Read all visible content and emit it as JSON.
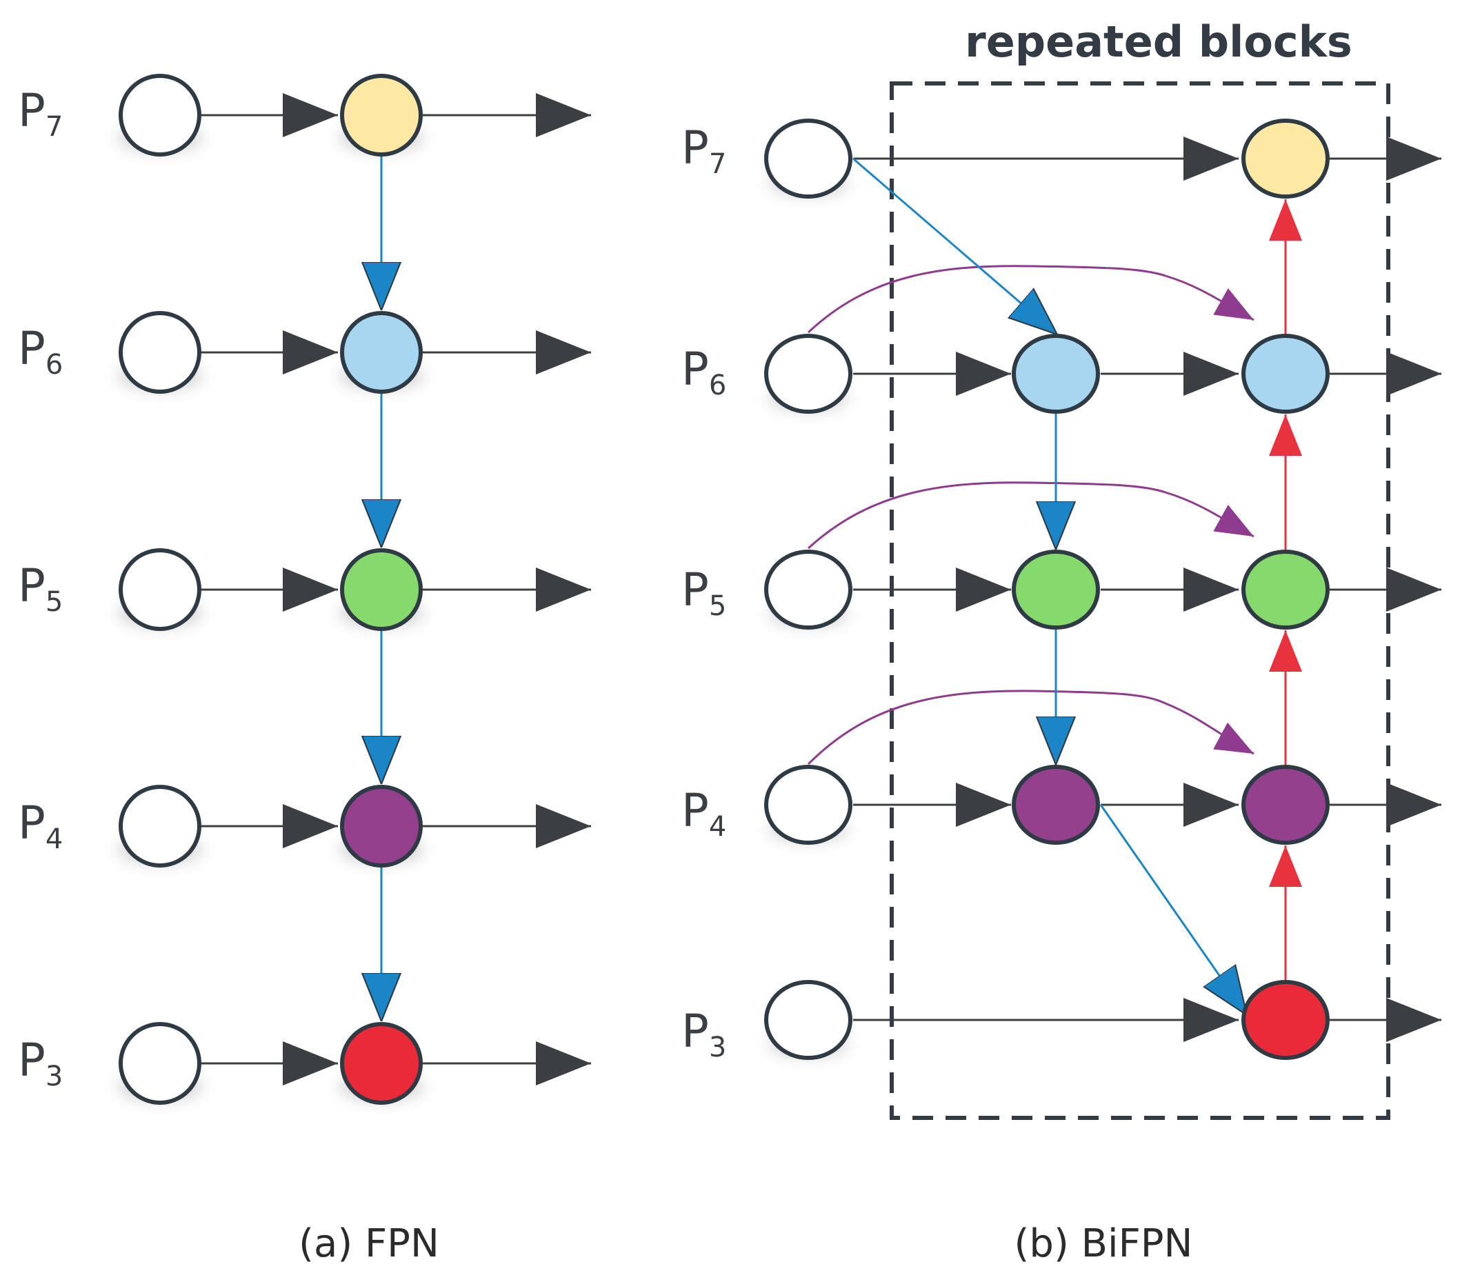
{
  "fpn": {
    "levels": [
      {
        "name": "P",
        "sub": "7"
      },
      {
        "name": "P",
        "sub": "6"
      },
      {
        "name": "P",
        "sub": "5"
      },
      {
        "name": "P",
        "sub": "4"
      },
      {
        "name": "P",
        "sub": "3"
      }
    ],
    "caption": "(a) FPN"
  },
  "bifpn": {
    "levels": [
      {
        "name": "P",
        "sub": "7"
      },
      {
        "name": "P",
        "sub": "6"
      },
      {
        "name": "P",
        "sub": "5"
      },
      {
        "name": "P",
        "sub": "4"
      },
      {
        "name": "P",
        "sub": "3"
      }
    ],
    "box_title": "repeated blocks",
    "caption": "(b) BiFPN"
  },
  "colors": {
    "p7": "#fde9a4",
    "p6": "#a8d6f0",
    "p5": "#86da6c",
    "p4": "#94408d",
    "p3": "#e92a38",
    "input": "#ffffff",
    "top_down": "#1a86c8",
    "bottom_up": "#e8333f",
    "skip": "#8f3b8f",
    "lateral": "#3b3f44"
  }
}
